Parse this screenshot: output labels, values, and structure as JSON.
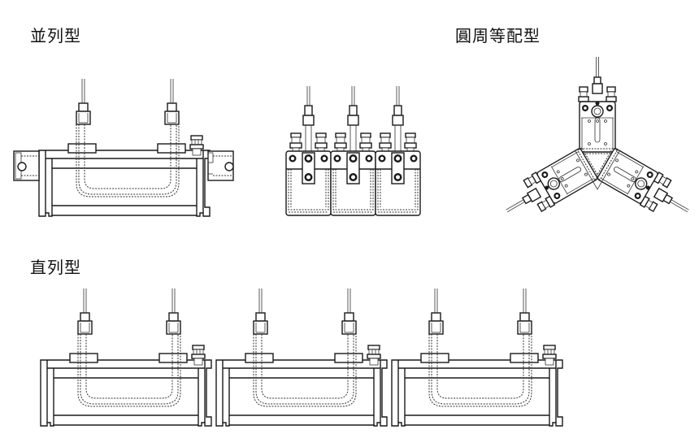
{
  "labels": {
    "parallel": "並列型",
    "circumferential": "圓周等配型",
    "series": "直列型"
  },
  "diagrams": {
    "parallel": {
      "type": "u-tube-module",
      "count": 1,
      "caption_ref": "labels.parallel"
    },
    "stacked": {
      "type": "stacked-block-module",
      "count": 3
    },
    "circumferential": {
      "type": "radial-block-module",
      "count": 3,
      "caption_ref": "labels.circumferential"
    },
    "series": {
      "type": "u-tube-module",
      "count": 3,
      "caption_ref": "labels.series"
    }
  },
  "colors": {
    "line": "#1a1a1a",
    "background": "#ffffff"
  }
}
